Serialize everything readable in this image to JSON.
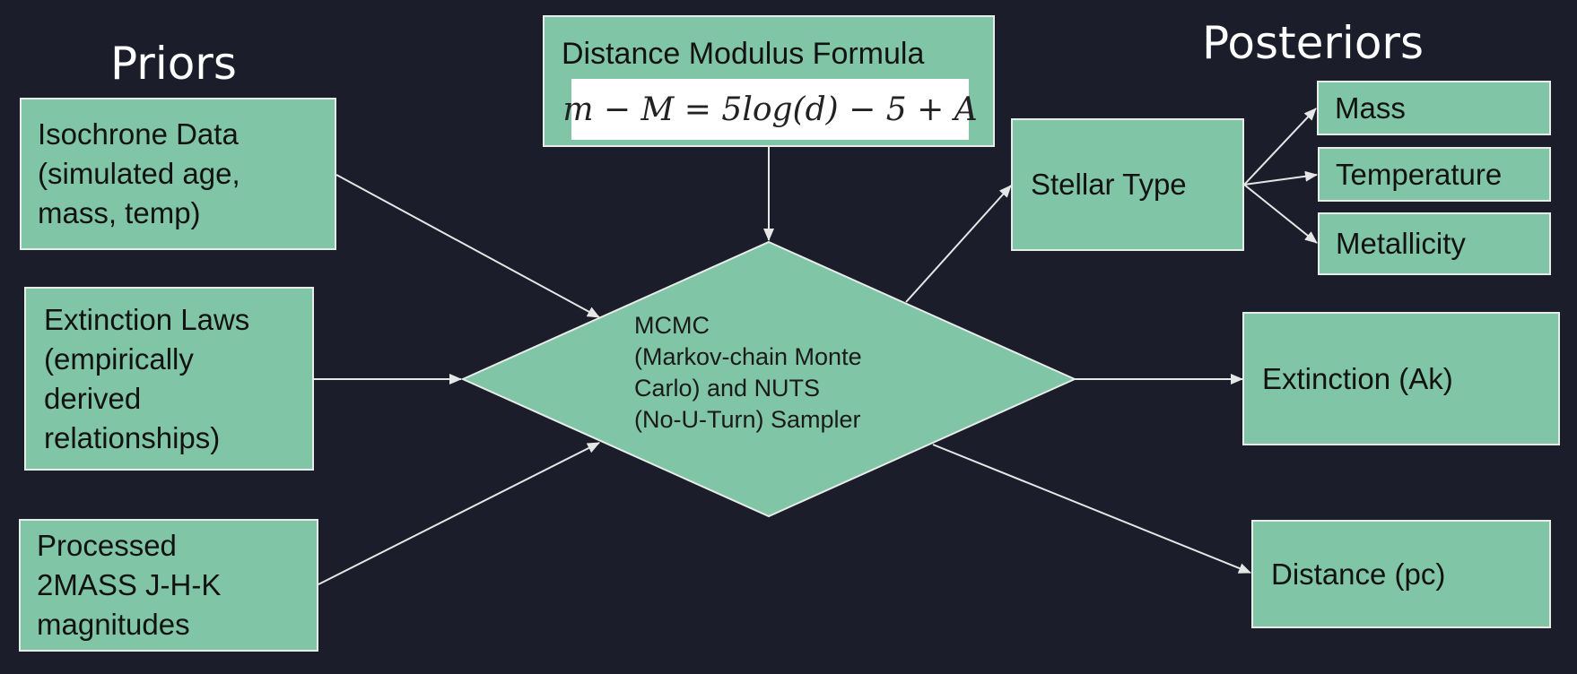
{
  "headings": {
    "priors": "Priors",
    "posteriors": "Posteriors"
  },
  "formula": {
    "title": "Distance Modulus Formula",
    "equation": "m − M = 5log(d) − 5 + A"
  },
  "priors": [
    {
      "lines": [
        "Isochrone Data",
        "(simulated age,",
        "mass, temp)"
      ]
    },
    {
      "lines": [
        "Extinction Laws",
        "(empirically",
        "derived",
        "relationships)"
      ]
    },
    {
      "lines": [
        "Processed",
        "2MASS J-H-K",
        "magnitudes"
      ]
    }
  ],
  "center": {
    "lines": [
      "MCMC",
      "(Markov-chain Monte",
      "Carlo) and NUTS",
      "(No-U-Turn) Sampler"
    ]
  },
  "posteriors": {
    "stellar_type": "Stellar Type",
    "mass": "Mass",
    "temperature": "Temperature",
    "metallicity": "Metallicity",
    "extinction": "Extinction (Ak)",
    "distance": "Distance (pc)"
  },
  "colors": {
    "background": "#1b1e2a",
    "node_fill": "#80c6a6",
    "node_border": "#e8ece9",
    "arrow": "#e6e6e6"
  }
}
